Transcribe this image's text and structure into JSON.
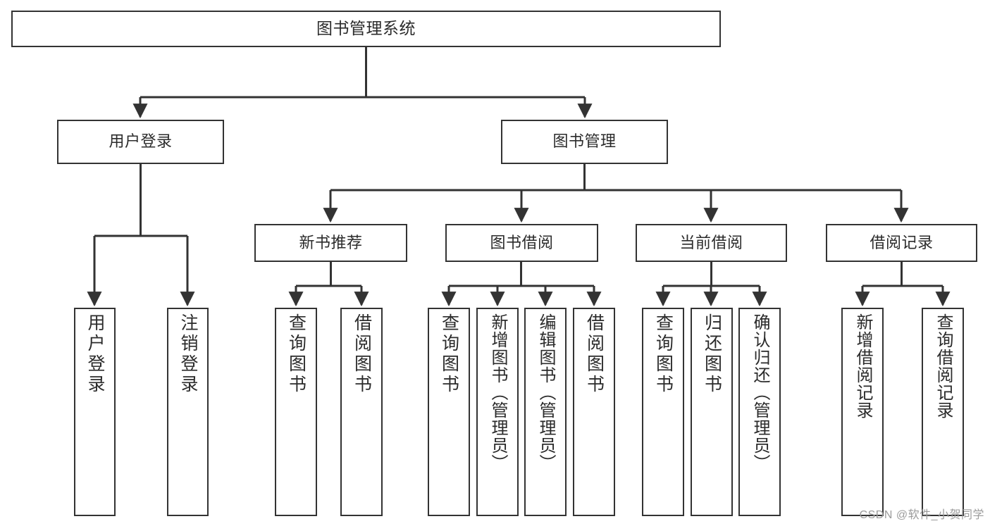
{
  "diagram": {
    "type": "tree-hierarchy-chart",
    "title": "图书管理系统",
    "stroke_color": "#333333",
    "fill_color": "#ffffff",
    "text_color": "#2b2b2b",
    "nodes": {
      "root": {
        "label": "图书管理系统",
        "level": 1
      },
      "user_login": {
        "label": "用户登录",
        "level": 2
      },
      "book_manage": {
        "label": "图书管理",
        "level": 2
      },
      "new_book_rec": {
        "label": "新书推荐",
        "level": 3
      },
      "book_borrow": {
        "label": "图书借阅",
        "level": 3
      },
      "current_borrow": {
        "label": "当前借阅",
        "level": 3
      },
      "borrow_record": {
        "label": "借阅记录",
        "level": 3
      },
      "leaf_user_login": {
        "label": "用户登录",
        "level": 4
      },
      "leaf_logout": {
        "label": "注销登录",
        "level": 4
      },
      "leaf_query_book_1": {
        "label": "查询图书",
        "level": 4
      },
      "leaf_borrow_book_1": {
        "label": "借阅图书",
        "level": 4
      },
      "leaf_query_book_2": {
        "label": "查询图书",
        "level": 4
      },
      "leaf_add_book": {
        "label": "新增图书（管理员）",
        "level": 4
      },
      "leaf_edit_book": {
        "label": "编辑图书（管理员）",
        "level": 4
      },
      "leaf_borrow_book_2": {
        "label": "借阅图书",
        "level": 4
      },
      "leaf_query_book_3": {
        "label": "查询图书",
        "level": 4
      },
      "leaf_return_book": {
        "label": "归还图书",
        "level": 4
      },
      "leaf_confirm_return": {
        "label": "确认归还（管理员）",
        "level": 4
      },
      "leaf_add_record": {
        "label": "新增借阅记录",
        "level": 4
      },
      "leaf_query_record": {
        "label": "查询借阅记录",
        "level": 4
      }
    }
  },
  "watermark": {
    "text": "CSDN @软件_小贺同学"
  }
}
